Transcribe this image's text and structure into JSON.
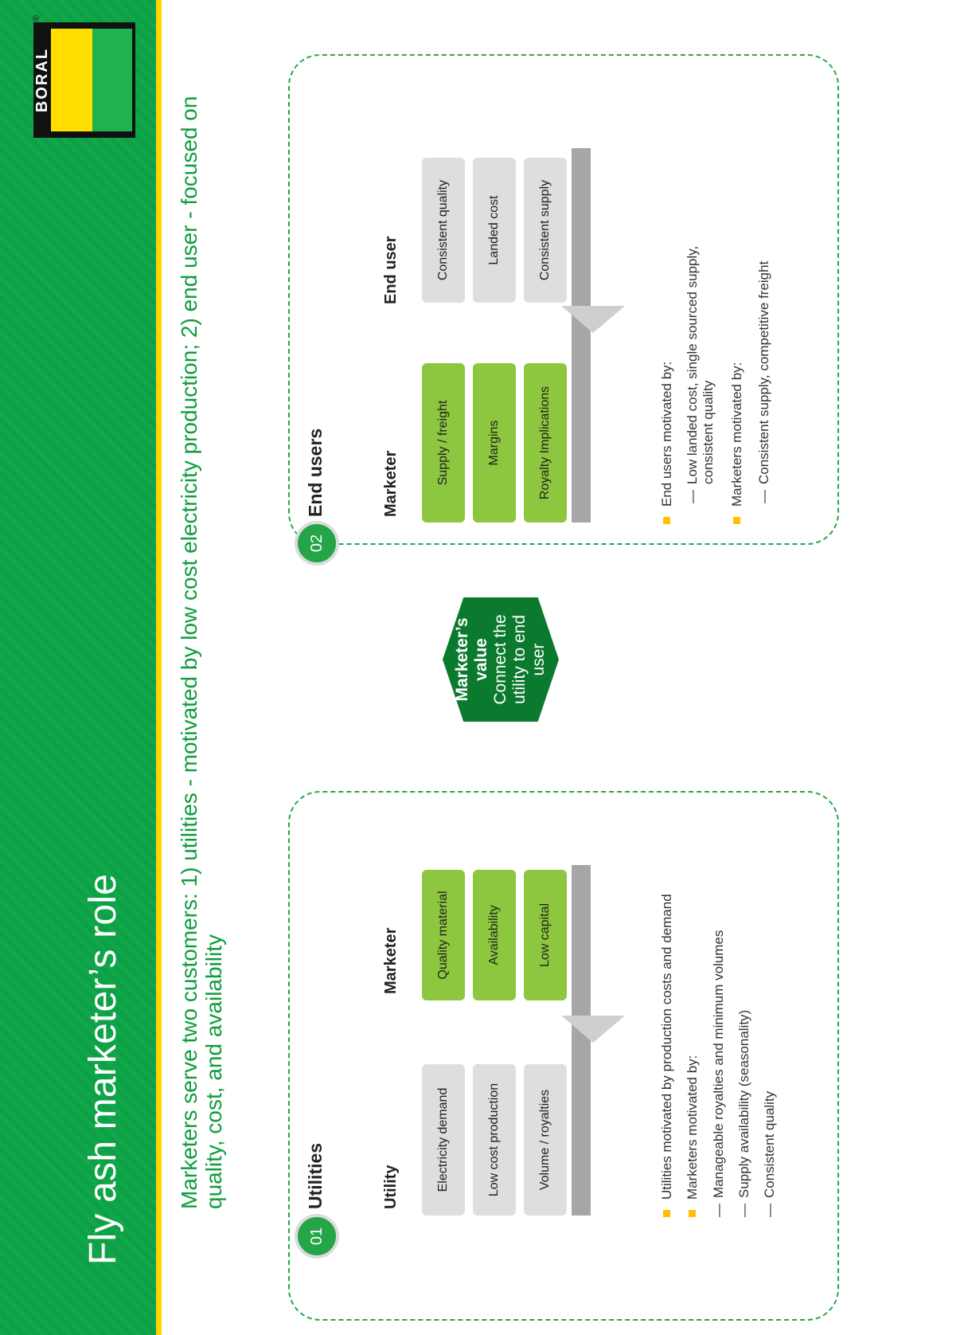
{
  "header": {
    "title": "Fly ash marketer’s role",
    "logo_text": "BORAL",
    "logo_registered": "®"
  },
  "subtitle": "Marketers serve two customers: 1) utilities - motivated by low cost electricity production; 2) end user - focused on quality, cost, and availability",
  "utilities": {
    "number": "01",
    "title": "Utilities",
    "left_heading": "Utility",
    "right_heading": "Marketer",
    "left_items": [
      "Electricity demand",
      "Low cost production",
      "Volume / royalties"
    ],
    "right_items": [
      "Quality material",
      "Availability",
      "Low capital"
    ],
    "bullets": [
      {
        "text": "Utilities motivated by production costs and demand"
      },
      {
        "text": "Marketers motivated by:"
      }
    ],
    "sub_bullets": [
      {
        "dash": "—",
        "text": "Manageable royalties and minimum volumes"
      },
      {
        "dash": "—",
        "text": "Supply availability (seasonality)"
      },
      {
        "dash": "—",
        "text": "Consistent quality"
      }
    ]
  },
  "connector": {
    "title": "Marketer’s value",
    "body": "Connect the utility to end user"
  },
  "end_users": {
    "number": "02",
    "title": "End users",
    "left_heading": "Marketer",
    "right_heading": "End user",
    "left_items": [
      "Supply / freight",
      "Margins",
      "Royalty Implications"
    ],
    "right_items": [
      "Consistent quality",
      "Landed cost",
      "Consistent supply"
    ],
    "bullets": [
      {
        "text": "End users motivated by:"
      },
      {
        "text": "Marketers motivated by:"
      }
    ],
    "sub_bullets": [
      {
        "dash": "—",
        "text": "Low landed cost, single sourced supply, consistent quality"
      },
      {
        "dash": "—",
        "text": "Consistent supply, competitive freight"
      }
    ]
  },
  "colors": {
    "header_green": "#10a64a",
    "accent_yellow": "#ffd500",
    "dark_green": "#0b7a2e",
    "pill_green": "#8dc63f",
    "pill_grey": "#dedede",
    "bullet_yellow": "#ffc000"
  }
}
